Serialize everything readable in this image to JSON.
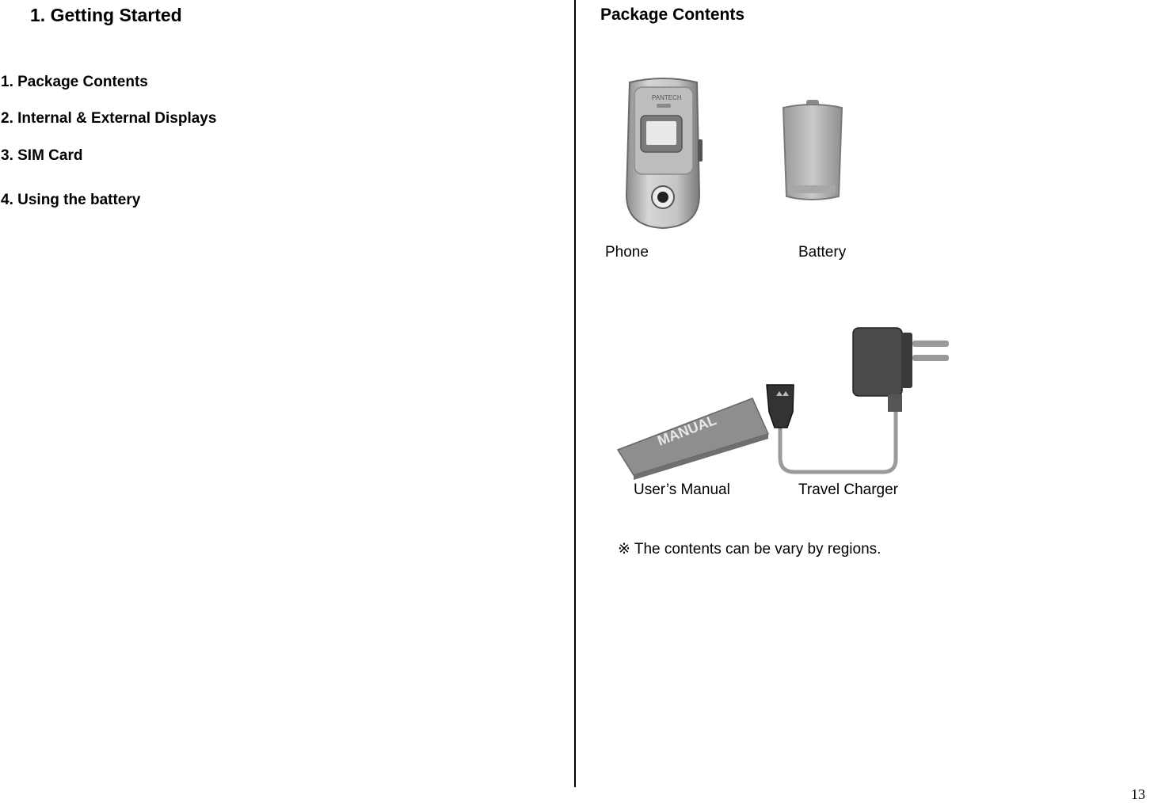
{
  "chapter": {
    "title": "1. Getting Started"
  },
  "toc": {
    "items": [
      "1. Package Contents",
      "2. Internal & External Displays",
      "3. SIM Card",
      "4. Using the battery"
    ]
  },
  "section": {
    "title": "Package Contents"
  },
  "items": {
    "phone": "Phone",
    "battery": "Battery",
    "manual": "User’s Manual",
    "charger": "Travel Charger"
  },
  "manual_cover_text": "MANUAL",
  "note": "※ The contents can be vary by regions.",
  "page_number": "13"
}
